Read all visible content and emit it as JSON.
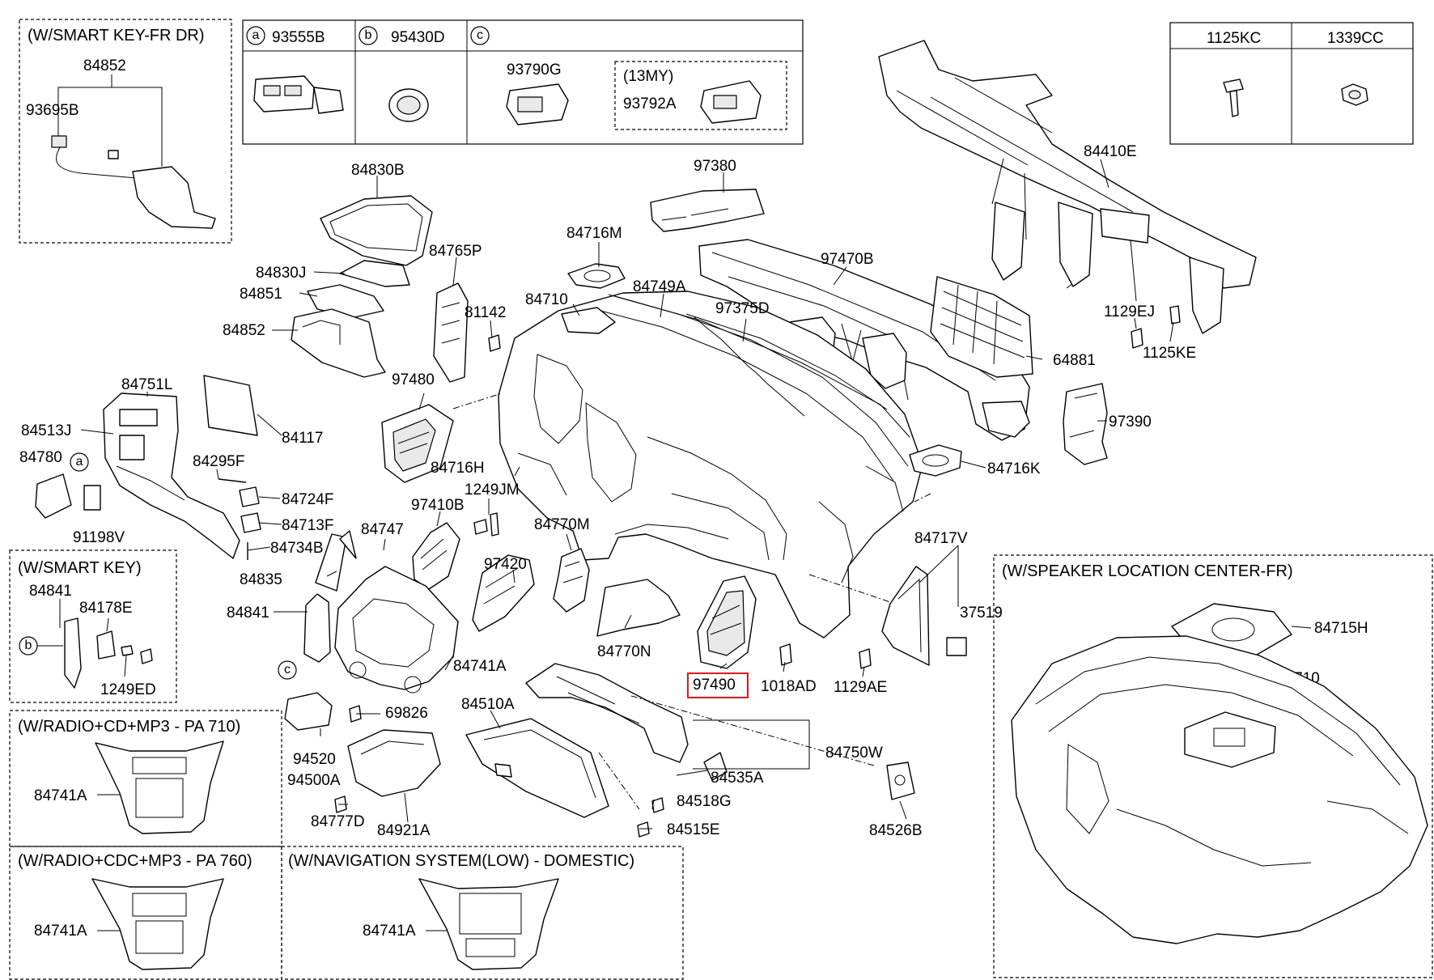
{
  "insets": {
    "smart_key_fr_dr": {
      "title": "(W/SMART KEY-FR DR)",
      "parts": [
        "84852",
        "93695B"
      ]
    },
    "smart_key": {
      "title": "(W/SMART KEY)",
      "parts": [
        "84841",
        "84178E",
        "1249ED"
      ],
      "callout": "b"
    },
    "radio_cd_mp3": {
      "title": "(W/RADIO+CD+MP3 - PA 710)",
      "parts": [
        "84741A"
      ]
    },
    "radio_cdc_mp3": {
      "title": "(W/RADIO+CDC+MP3 - PA 760)",
      "parts": [
        "84741A"
      ]
    },
    "navigation": {
      "title": "(W/NAVIGATION SYSTEM(LOW) - DOMESTIC)",
      "parts": [
        "84741A"
      ]
    },
    "speaker_center": {
      "title": "(W/SPEAKER LOCATION CENTER-FR)",
      "parts": [
        "84715H",
        "84710"
      ]
    }
  },
  "callout_table": {
    "cells": [
      {
        "letter": "a",
        "part": "93555B"
      },
      {
        "letter": "b",
        "part": "95430D"
      },
      {
        "letter": "c",
        "part": ""
      }
    ],
    "c_parts": [
      "93790G"
    ],
    "c_sub_title": "(13MY)",
    "c_sub_parts": [
      "93792A"
    ]
  },
  "fastener_table": {
    "headers": [
      "1125KC",
      "1339CC"
    ]
  },
  "main_labels": [
    "84830B",
    "97380",
    "84410E",
    "84716M",
    "84765P",
    "84830J",
    "84851",
    "84852",
    "97470B",
    "84749A",
    "84710",
    "81142",
    "97375D",
    "1129EJ",
    "64881",
    "1125KE",
    "97480",
    "84751L",
    "84513J",
    "84117",
    "84780",
    "84295F",
    "97390",
    "84716H",
    "84716K",
    "84724F",
    "1249JM",
    "97410B",
    "84770M",
    "91198V",
    "84713F",
    "84747",
    "84734B",
    "84717V",
    "84835",
    "97420",
    "84841",
    "37519",
    "84770N",
    "84741A",
    "97490",
    "1018AD",
    "1129AE",
    "69826",
    "84510A",
    "84750W",
    "94520",
    "94500A",
    "84535A",
    "84518G",
    "84777D",
    "84921A",
    "84515E",
    "84526B"
  ],
  "main_callouts": [
    "a",
    "c"
  ],
  "highlighted_part": "97490",
  "colors": {
    "line": "#000000",
    "highlight": "#e0191f",
    "shade": "#e9e9e9"
  }
}
